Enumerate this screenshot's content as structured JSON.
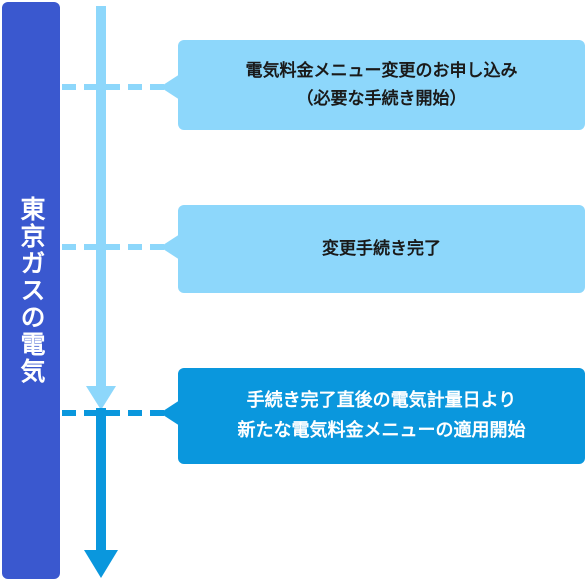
{
  "sidebar": {
    "label": "東京ガスの電気"
  },
  "steps": [
    {
      "lines": [
        "電気料金メニュー変更のお申し込み",
        "（必要な手続き開始）"
      ]
    },
    {
      "lines": [
        "変更手続き完了"
      ]
    },
    {
      "lines": [
        "手続き完了直後の電気計量日より",
        "新たな電気料金メニューの適用開始"
      ]
    }
  ],
  "colors": {
    "sidebar": "#3a58cf",
    "light_box": "#8dd7fb",
    "strong_box": "#0a97dd",
    "light_arrow": "#8dd7fb",
    "strong_arrow": "#0a97dd"
  }
}
